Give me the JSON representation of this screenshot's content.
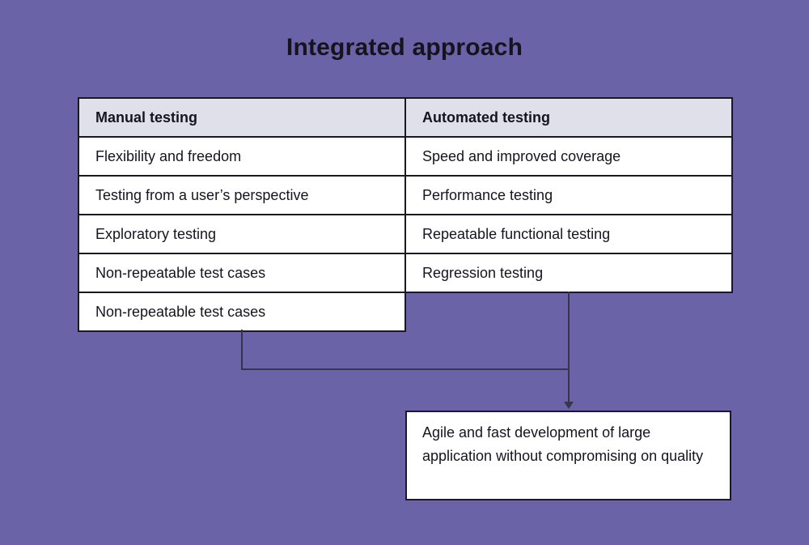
{
  "page": {
    "title": "Integrated approach",
    "background_color": "#6a63a8"
  },
  "table": {
    "header_bg": "#e0e0eb",
    "border_color": "#1a1823",
    "columns": [
      {
        "header": "Manual testing",
        "rows": [
          "Flexibility and freedom",
          "Testing from a user’s perspective",
          "Exploratory testing",
          "Non-repeatable test cases",
          "Non-repeatable test cases"
        ]
      },
      {
        "header": "Automated testing",
        "rows": [
          "Speed and improved coverage",
          "Performance testing",
          "Repeatable functional testing",
          "Regression testing"
        ]
      }
    ]
  },
  "connector": {
    "color": "#38334e"
  },
  "result_box": {
    "text": "Agile and fast development of large application without compromising on quality"
  }
}
